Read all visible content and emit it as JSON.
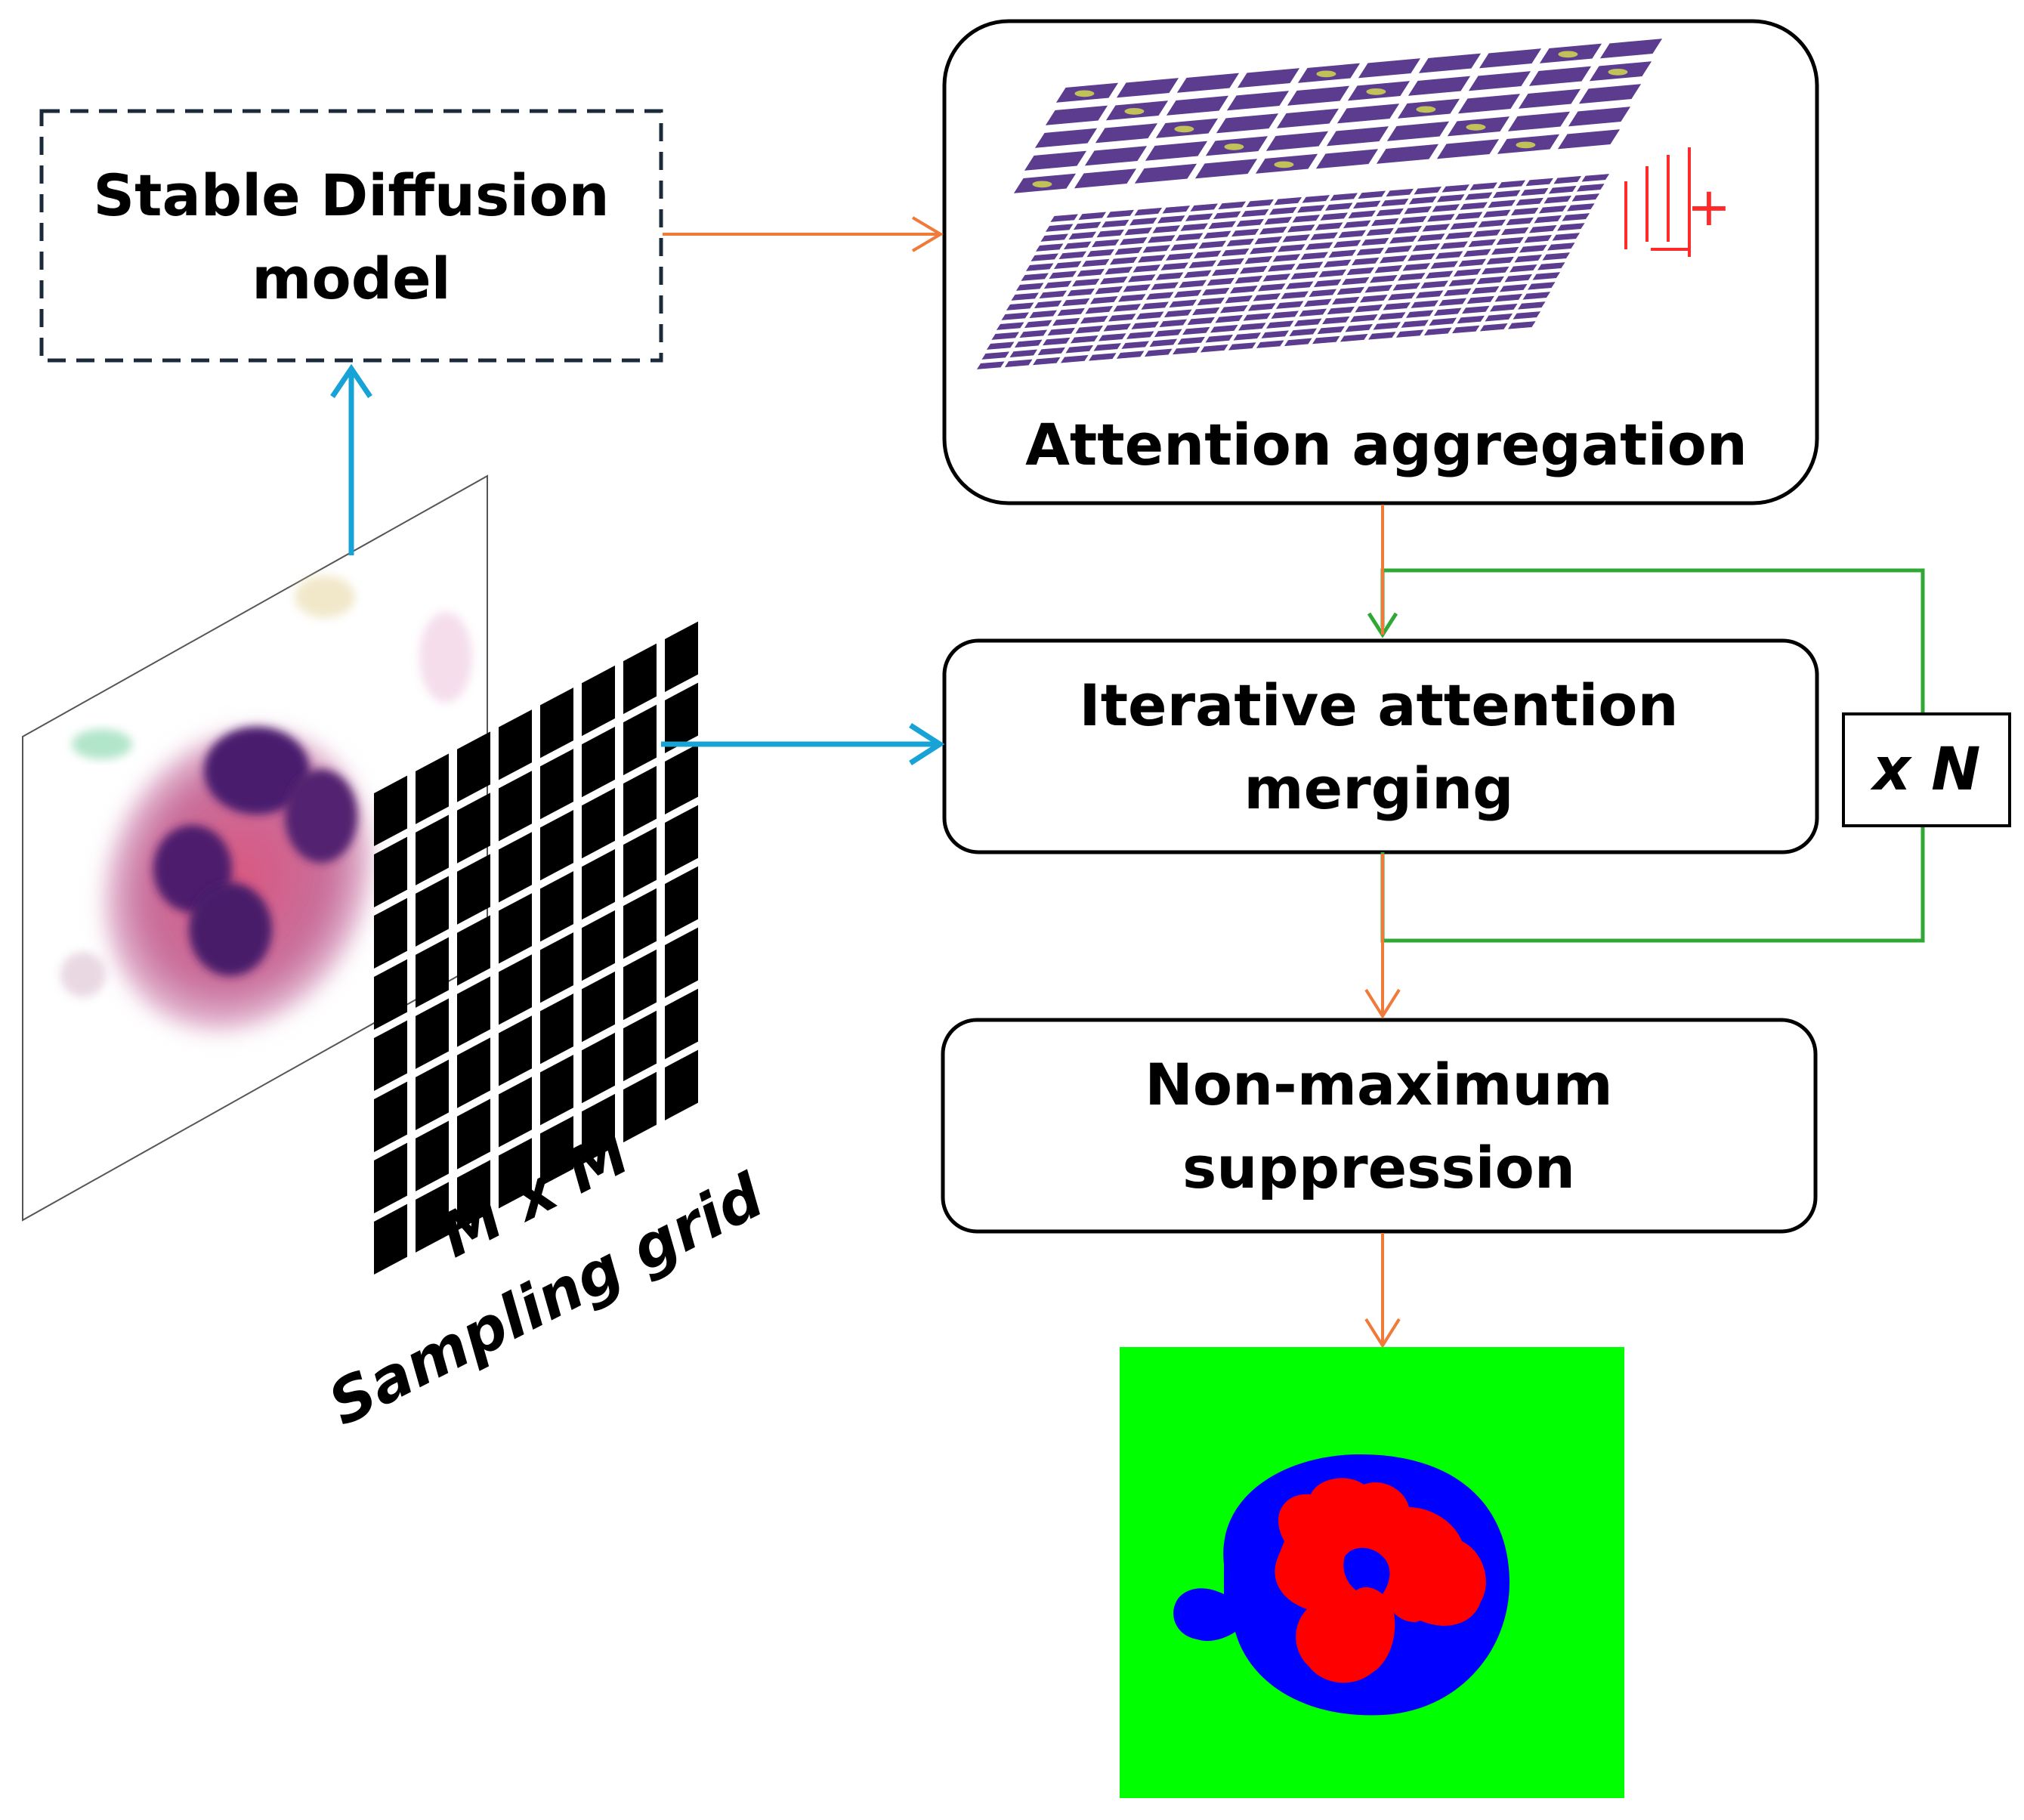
{
  "nodes": {
    "stable_diffusion": {
      "line1": "Stable Diffusion",
      "line2": "model"
    },
    "attention_aggregation": {
      "label": "Attention aggregation",
      "plus": "+"
    },
    "iterative_merging": {
      "line1": "Iterative attention",
      "line2": "merging"
    },
    "repeat": {
      "label": "x N"
    },
    "nms": {
      "line1": "Non-maximum",
      "line2": "suppression"
    }
  },
  "grid_label": {
    "line1": "M x M",
    "line2": "Sampling grid"
  },
  "colors": {
    "orange_arrow": "#f07a3a",
    "blue_arrow": "#17a3d6",
    "green_loop": "#2fa836",
    "dash_box": "#1b2a3a",
    "seg_background": "#00ff00",
    "seg_cytoplasm": "#0000ff",
    "seg_nucleus": "#ff0000"
  },
  "icons": {
    "input_image": "cell-microscopy-image",
    "sampling_grid": "sampling-grid-icon",
    "attention_maps": "attention-map-stack-icon",
    "segmentation": "segmentation-mask-image"
  }
}
